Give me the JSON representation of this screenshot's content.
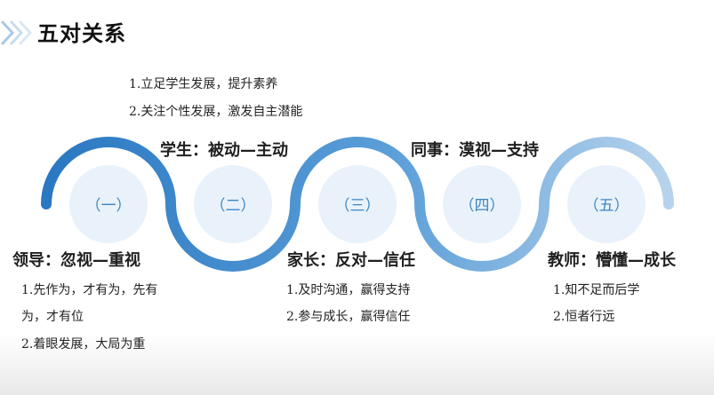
{
  "title": "五对关系",
  "sections": [
    {
      "number": "（一）",
      "heading": "领导：忽视—重视",
      "items": [
        "1.先作为，才有为，先有",
        "为，才有位",
        "2.着眼发展，大局为重"
      ]
    },
    {
      "number": "（二）",
      "heading": "学生：被动—主动",
      "items": [
        "1.立足学生发展，提升素养",
        "2.关注个性发展，激发自主潜能"
      ]
    },
    {
      "number": "（三）",
      "heading": "家长：反对—信任",
      "items": [
        "1.及时沟通，赢得支持",
        "2.参与成长，赢得信任"
      ]
    },
    {
      "number": "（四）",
      "heading": "同事：漠视—支持",
      "items": []
    },
    {
      "number": "（五）",
      "heading": "教师：懵懂—成长",
      "items": [
        "1.知不足而后学",
        "2.恒者行远"
      ]
    }
  ],
  "colors": {
    "wave_dark": "#2a78c2",
    "wave_light": "#b7d3ec",
    "circle": "#e9f2fa",
    "number": "#3a85c4"
  }
}
